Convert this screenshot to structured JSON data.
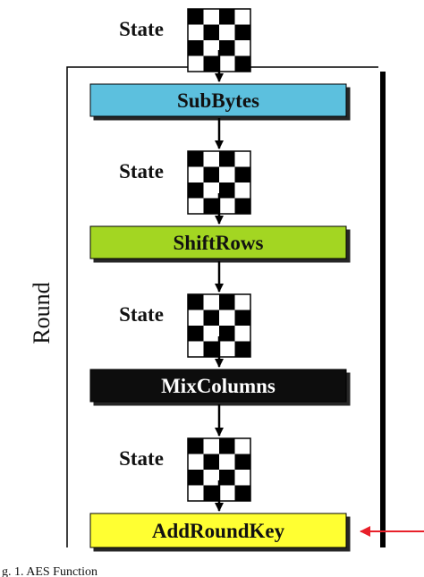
{
  "diagram": {
    "round_label": "Round",
    "state_label": "State",
    "steps": [
      {
        "label": "SubBytes",
        "fill": "#5bc0de",
        "text_color": "#111111"
      },
      {
        "label": "ShiftRows",
        "fill": "#a3d620",
        "text_color": "#111111"
      },
      {
        "label": "MixColumns",
        "fill": "#0a0a0a",
        "text_color": "#ffffff"
      },
      {
        "label": "AddRoundKey",
        "fill": "#ffff33",
        "text_color": "#111111"
      }
    ],
    "caption": "g. 1.   AES Function"
  },
  "colors": {
    "key_arrow": "#e8202a",
    "line": "#000000"
  }
}
